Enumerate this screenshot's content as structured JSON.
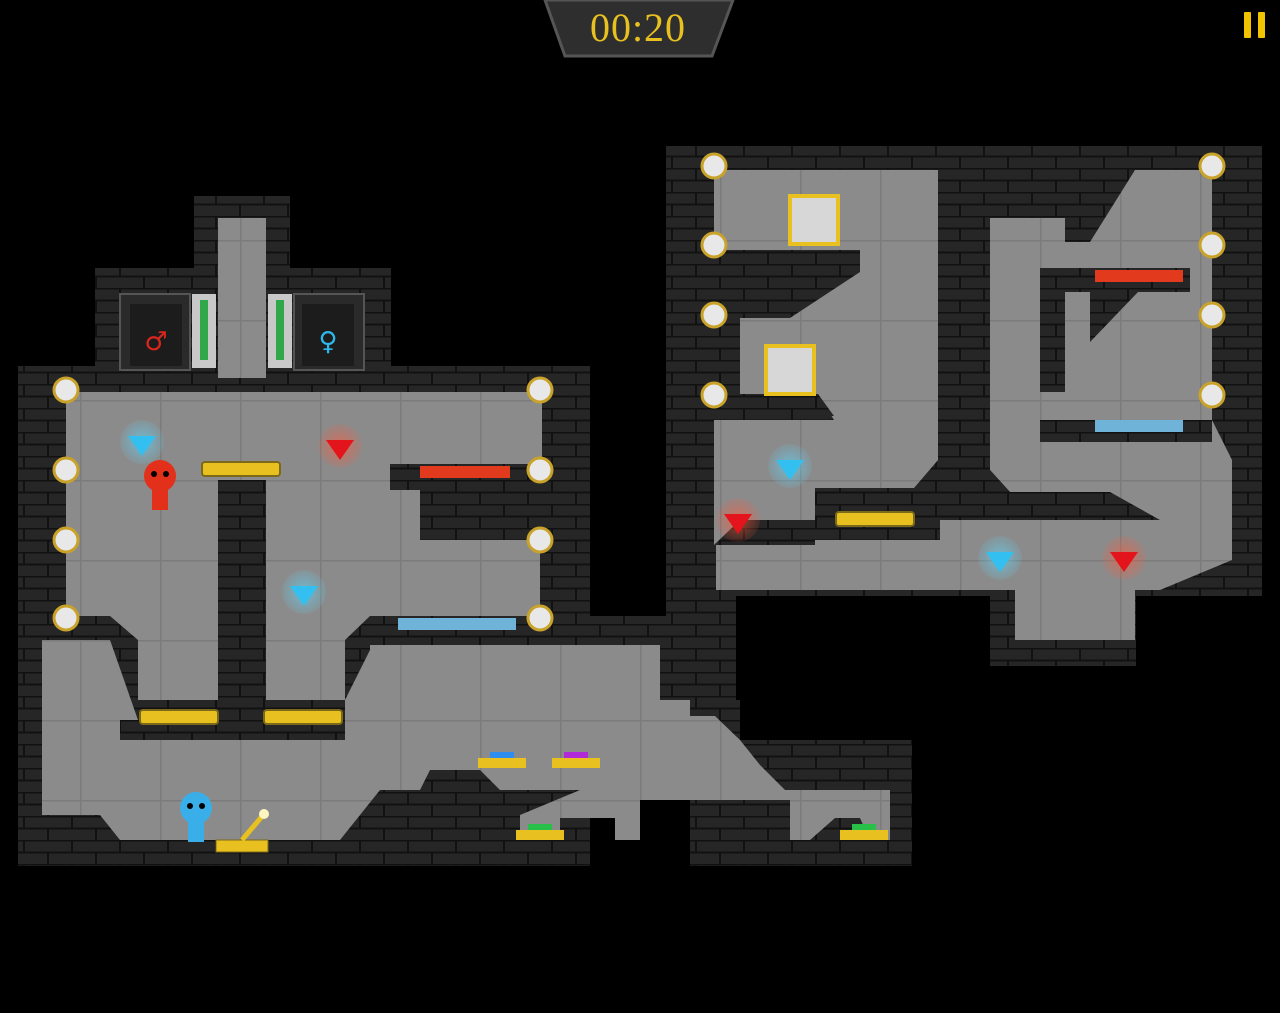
{
  "hud": {
    "timer": "00:20",
    "pause_icon": "pause-icon"
  },
  "doors": [
    {
      "id": "fireboy-exit",
      "symbol": "♂",
      "symbol_color": "#d8261c"
    },
    {
      "id": "watergirl-exit",
      "symbol": "♀",
      "symbol_color": "#2fb6ea"
    }
  ],
  "colors": {
    "background": "#000000",
    "wall": "#2a2a2a",
    "floor": "#8a8a8a",
    "lava": "#e23a1c",
    "water": "#6fb3d8",
    "gold": "#e8c020",
    "red_gem": "#e3141c",
    "blue_gem": "#33c0f0",
    "door_lever_green": "#2fa84a",
    "button_blue": "#2e8ef0",
    "button_purple": "#b02ad8",
    "button_green": "#28c048"
  },
  "icons": [
    "red-diamond-icon",
    "blue-diamond-icon",
    "fireboy-icon",
    "watergirl-icon",
    "pushable-box-icon",
    "lever-icon",
    "elevator-icon",
    "light-mirror-icon",
    "pressure-button-icon"
  ]
}
